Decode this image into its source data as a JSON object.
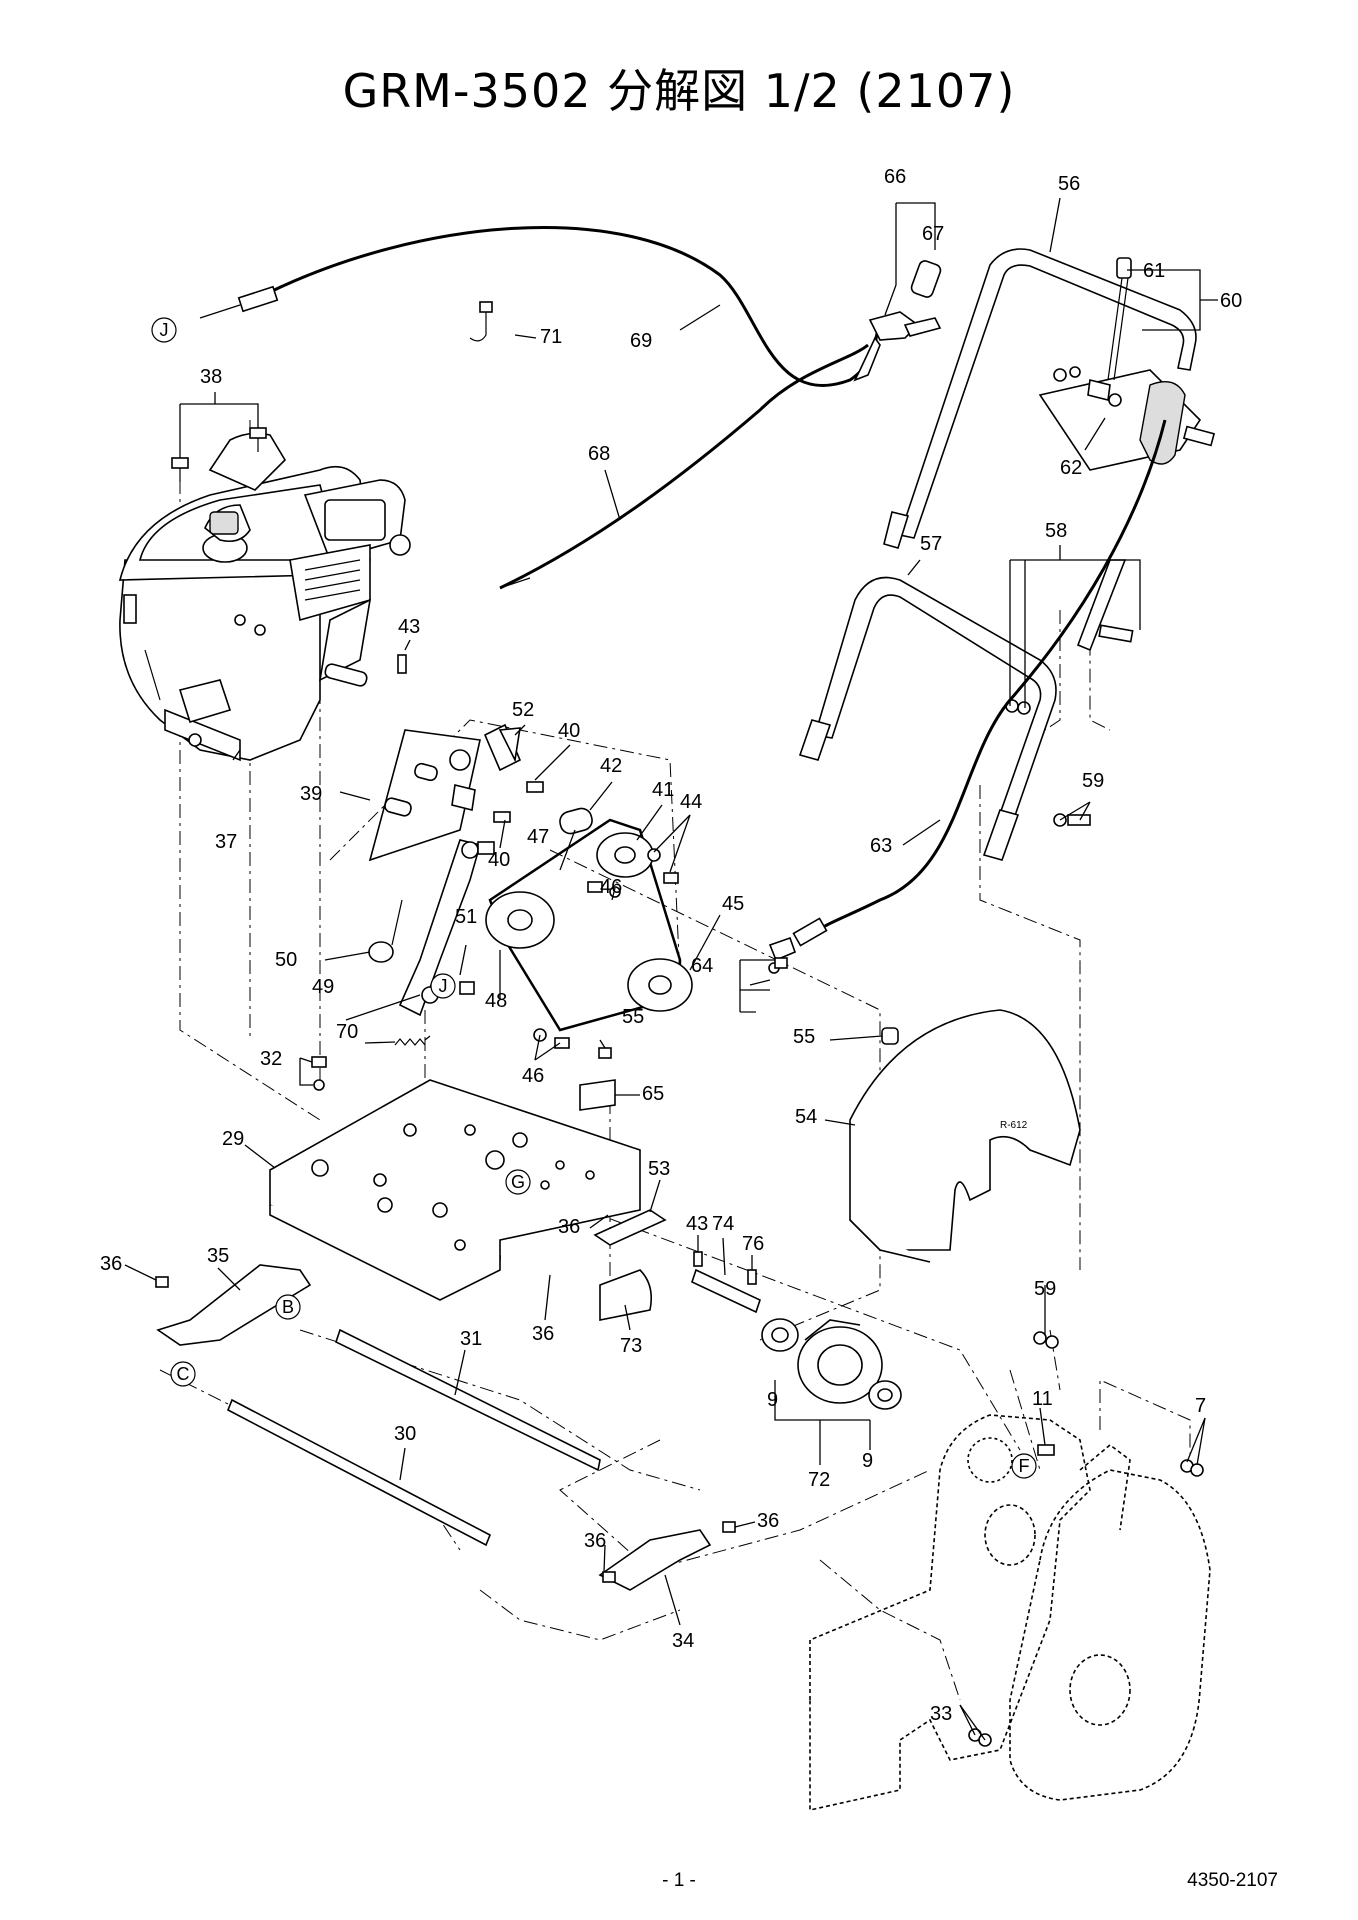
{
  "title": "GRM-3502 分解図 1/2 (2107)",
  "page_number": "- 1 -",
  "doc_code": "4350-2107",
  "reference_markers": [
    "J",
    "J",
    "G",
    "B",
    "C",
    "F"
  ],
  "part_labels": [
    "66",
    "67",
    "56",
    "61",
    "60",
    "69",
    "71",
    "38",
    "68",
    "62",
    "57",
    "58",
    "43",
    "52",
    "40",
    "42",
    "41",
    "44",
    "39",
    "40",
    "47",
    "46",
    "45",
    "37",
    "63",
    "59",
    "50",
    "51",
    "49",
    "48",
    "64",
    "70",
    "46",
    "32",
    "55",
    "65",
    "55",
    "54",
    "29",
    "53",
    "35",
    "36",
    "36",
    "43",
    "74",
    "76",
    "36",
    "73",
    "59",
    "31",
    "9",
    "72",
    "9",
    "11",
    "7",
    "30",
    "36",
    "36",
    "34",
    "33"
  ]
}
